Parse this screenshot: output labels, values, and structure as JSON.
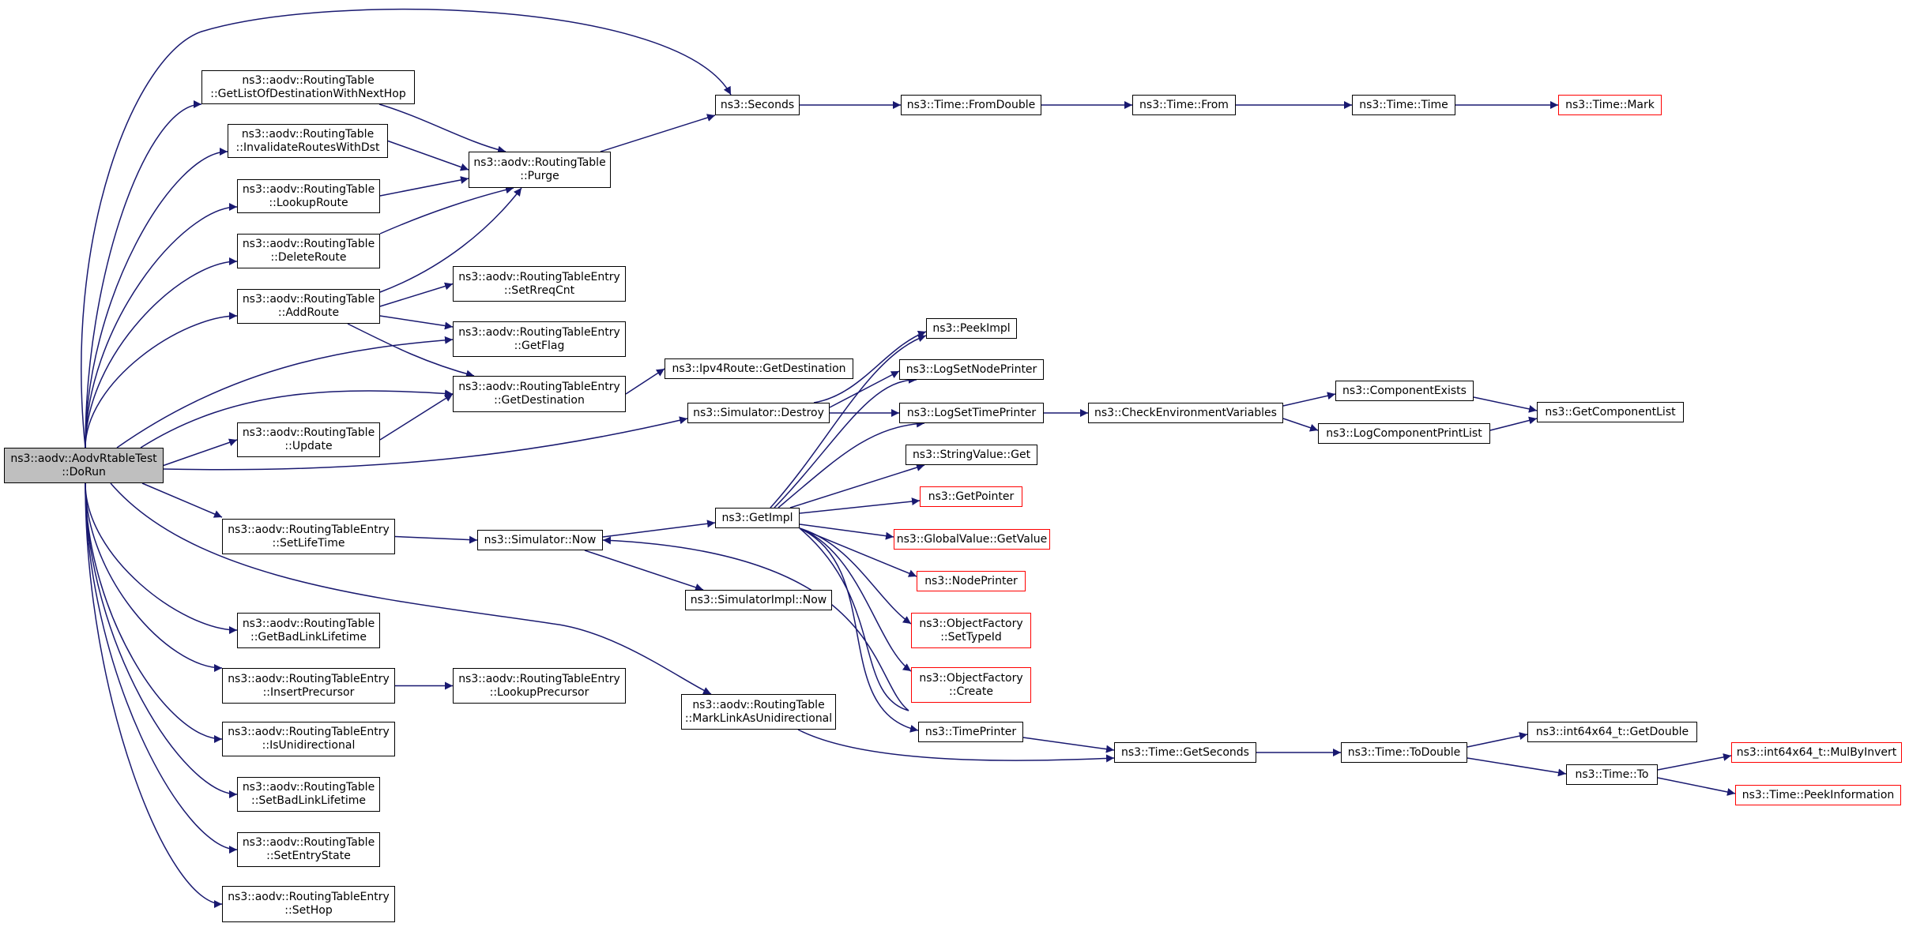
{
  "edge_color": "#191970",
  "root_fill": "#bfbfbf",
  "truncated_border_color": "#ff0000",
  "nodes": {
    "doRun": [
      "ns3::aodv::AodvRtableTest",
      "::DoRun"
    ],
    "getListOfDest": [
      "ns3::aodv::RoutingTable",
      "::GetListOfDestinationWithNextHop"
    ],
    "invalidateRoutes": [
      "ns3::aodv::RoutingTable",
      "::InvalidateRoutesWithDst"
    ],
    "lookupRoute": [
      "ns3::aodv::RoutingTable",
      "::LookupRoute"
    ],
    "deleteRoute": [
      "ns3::aodv::RoutingTable",
      "::DeleteRoute"
    ],
    "addRoute": [
      "ns3::aodv::RoutingTable",
      "::AddRoute"
    ],
    "rtUpdate": [
      "ns3::aodv::RoutingTable",
      "::Update"
    ],
    "setLifeTime": [
      "ns3::aodv::RoutingTableEntry",
      "::SetLifeTime"
    ],
    "getBadLinkLifetime": [
      "ns3::aodv::RoutingTable",
      "::GetBadLinkLifetime"
    ],
    "insertPrecursor": [
      "ns3::aodv::RoutingTableEntry",
      "::InsertPrecursor"
    ],
    "isUnidirectional": [
      "ns3::aodv::RoutingTableEntry",
      "::IsUnidirectional"
    ],
    "setBadLinkLifetime": [
      "ns3::aodv::RoutingTable",
      "::SetBadLinkLifetime"
    ],
    "setEntryState": [
      "ns3::aodv::RoutingTable",
      "::SetEntryState"
    ],
    "setHop": [
      "ns3::aodv::RoutingTableEntry",
      "::SetHop"
    ],
    "purge": [
      "ns3::aodv::RoutingTable",
      "::Purge"
    ],
    "setRreqCnt": [
      "ns3::aodv::RoutingTableEntry",
      "::SetRreqCnt"
    ],
    "getFlag": [
      "ns3::aodv::RoutingTableEntry",
      "::GetFlag"
    ],
    "getDestination": [
      "ns3::aodv::RoutingTableEntry",
      "::GetDestination"
    ],
    "lookupPrecursor": [
      "ns3::aodv::RoutingTableEntry",
      "::LookupPrecursor"
    ],
    "seconds": [
      "ns3::Seconds"
    ],
    "ipv4GetDest": [
      "ns3::Ipv4Route::GetDestination"
    ],
    "simDestroy": [
      "ns3::Simulator::Destroy"
    ],
    "simNow": [
      "ns3::Simulator::Now"
    ],
    "simImplNow": [
      "ns3::SimulatorImpl::Now"
    ],
    "markLink": [
      "ns3::aodv::RoutingTable",
      "::MarkLinkAsUnidirectional"
    ],
    "getImpl": [
      "ns3::GetImpl"
    ],
    "fromDouble": [
      "ns3::Time::FromDouble"
    ],
    "timeFrom": [
      "ns3::Time::From"
    ],
    "timeTime": [
      "ns3::Time::Time"
    ],
    "timeMark": [
      "ns3::Time::Mark"
    ],
    "peekImpl": [
      "ns3::PeekImpl"
    ],
    "logSetNodePrinter": [
      "ns3::LogSetNodePrinter"
    ],
    "logSetTimePrinter": [
      "ns3::LogSetTimePrinter"
    ],
    "stringValueGet": [
      "ns3::StringValue::Get"
    ],
    "getPointer": [
      "ns3::GetPointer"
    ],
    "globalValueGet": [
      "ns3::GlobalValue::GetValue"
    ],
    "nodePrinter": [
      "ns3::NodePrinter"
    ],
    "ofSetTypeId": [
      "ns3::ObjectFactory",
      "::SetTypeId"
    ],
    "ofCreate": [
      "ns3::ObjectFactory",
      "::Create"
    ],
    "timePrinter": [
      "ns3::TimePrinter"
    ],
    "checkEnv": [
      "ns3::CheckEnvironmentVariables"
    ],
    "componentExists": [
      "ns3::ComponentExists"
    ],
    "logCompPrintList": [
      "ns3::LogComponentPrintList"
    ],
    "getComponentList": [
      "ns3::GetComponentList"
    ],
    "getSeconds": [
      "ns3::Time::GetSeconds"
    ],
    "toDouble": [
      "ns3::Time::ToDouble"
    ],
    "int64GetDouble": [
      "ns3::int64x64_t::GetDouble"
    ],
    "timeTo": [
      "ns3::Time::To"
    ],
    "mulByInvert": [
      "ns3::int64x64_t::MulByInvert"
    ],
    "peekInformation": [
      "ns3::Time::PeekInformation"
    ]
  }
}
